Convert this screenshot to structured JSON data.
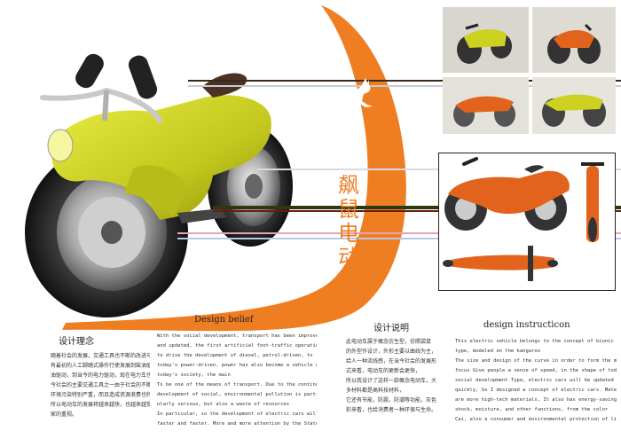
{
  "title_cn": "飙鼠电动车",
  "sections": {
    "concept_cn": {
      "heading": "设计理念",
      "lines": [
        "随着社会的发展，交通工具也不断的改进与更新，",
        "有最初的人工脚踏式操作行使发展到柴油驱动，汽",
        "油驱动，到当今的电力驱动，现在电力车也成为当",
        "今社会的主要交通工具之一由于社会的不断发展，",
        "环境污染特别严重，而且造成资源浪费也特别大，",
        "所以电动车的发展将越来越快，也越来越受到国",
        "家的重视。"
      ]
    },
    "belief_en": {
      "heading": "Design belief",
      "lines": [
        "With the social development, transport has been improved",
        "and updated, the first artificial foot-traffic operation",
        "to drive the development of diesel, petrol-driven, to",
        "today's power-driven, power has also become a vehicle of",
        "today's society, the main",
        "To be one of the means of transport. Due to the continuous",
        "development of social, environmental pollution is partic-",
        "ularly serious, but also a waste of resources",
        "In particular, so the development of electric cars will be",
        "faster and faster. More and more attention by the State"
      ]
    },
    "instruction_cn": {
      "heading": "设计说明",
      "lines": [
        "此电动车属于概念仿生型，仿照袋鼠",
        "的外型作设计，外形主要以曲线为主，",
        "给人一种流线感，在当今社会的发展形",
        "式来看，电动车的更新会更快，",
        "所以我设计了这样一款概念电动车，大",
        "多材料都是高科技材料，",
        "它还有节能，防震，防潮等功能，灰色",
        "彩来看，也给消费者一种环保与生命。"
      ]
    },
    "instruction_en": {
      "heading": "design instructicon",
      "lines": [
        "This electric vehicle belongs to the concept of bionic",
        "type, modeled on the kangaroo",
        "The size and design of the curve in order to form the main",
        "focus Give people a sense of speed, in the shape of today's",
        "social development Type, electric cars will be updated more",
        "quickly, So I designed a concept of electric cars. Materials",
        "are more high-tech materials, It also has energy-saving,",
        "shock, moisture, and other functions, from the color",
        "Cai, also a consumer and environmental protection of life,"
      ]
    }
  },
  "colors": {
    "accent": "#ef7d22",
    "body_yellow": "#cdd11f",
    "thumb_orange": "#e2631c",
    "text": "#333333"
  },
  "icons": [
    "kangaroo-icon"
  ]
}
